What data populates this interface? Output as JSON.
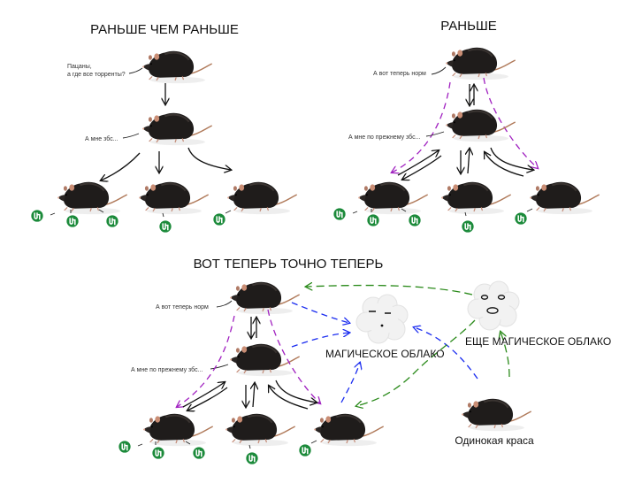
{
  "panels": [
    {
      "id": "earliest",
      "title": "РАНЬШЕ ЧЕМ РАНЬШЕ",
      "notes": [
        "Пацаны,",
        "а где все торренты?",
        "А мне збс..."
      ]
    },
    {
      "id": "earlier",
      "title": "РАНЬШЕ",
      "notes": [
        "А вот теперь норм",
        "А мне по прежнему збс..."
      ]
    },
    {
      "id": "now",
      "title": "ВОТ ТЕПЕРЬ ТОЧНО ТЕПЕРЬ",
      "notes": [
        "А вот теперь норм",
        "А мне по прежнему збс..."
      ],
      "cloud_1_label": "МАГИЧЕСКОЕ ОБЛАКО",
      "cloud_2_label": "ЕЩЕ МАГИЧЕСКОЕ ОБЛАКО",
      "lonely_rat_caption": "Одинокая краса"
    }
  ],
  "icons": {
    "node": "rat",
    "leaf": "utorrent-icon",
    "cloud": "cloud-icon"
  },
  "colors": {
    "arrow_black": "#111111",
    "arrow_purple": "#a020c0",
    "arrow_blue": "#1a2cf0",
    "arrow_green": "#2a8a1a",
    "torrent_green": "#1b8a3a"
  }
}
